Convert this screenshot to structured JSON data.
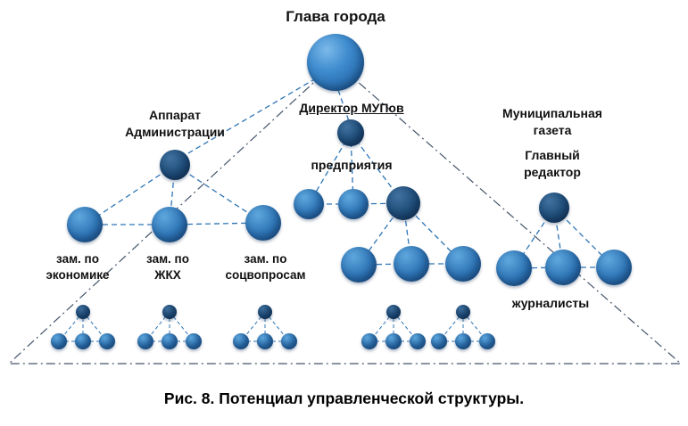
{
  "meta": {
    "caption": "Рис. 8. Потенциал управленческой структуры."
  },
  "top": {
    "title": "Глава  города"
  },
  "administration": {
    "title_line1": "Аппарат",
    "title_line2": "Администрации",
    "deputies": [
      {
        "line1": "зам. по",
        "line2": "экономике"
      },
      {
        "line1": "зам. по",
        "line2": "ЖКХ"
      },
      {
        "line1": "зам. по",
        "line2": "соцвопросам"
      }
    ]
  },
  "mup": {
    "title": "Директор МУПов",
    "subtitle": "предприятия"
  },
  "newspaper": {
    "title_line1": "Муниципальная",
    "title_line2": "газета",
    "editor_line1": "Главный",
    "editor_line2": "редактор",
    "staff_label": "журналисты"
  },
  "colors": {
    "sphere_primary": "#2e75b6",
    "sphere_dark": "#1f4e79",
    "connector": "#2e75b6",
    "triangle_outline": "#44546a",
    "text": "#111111"
  }
}
